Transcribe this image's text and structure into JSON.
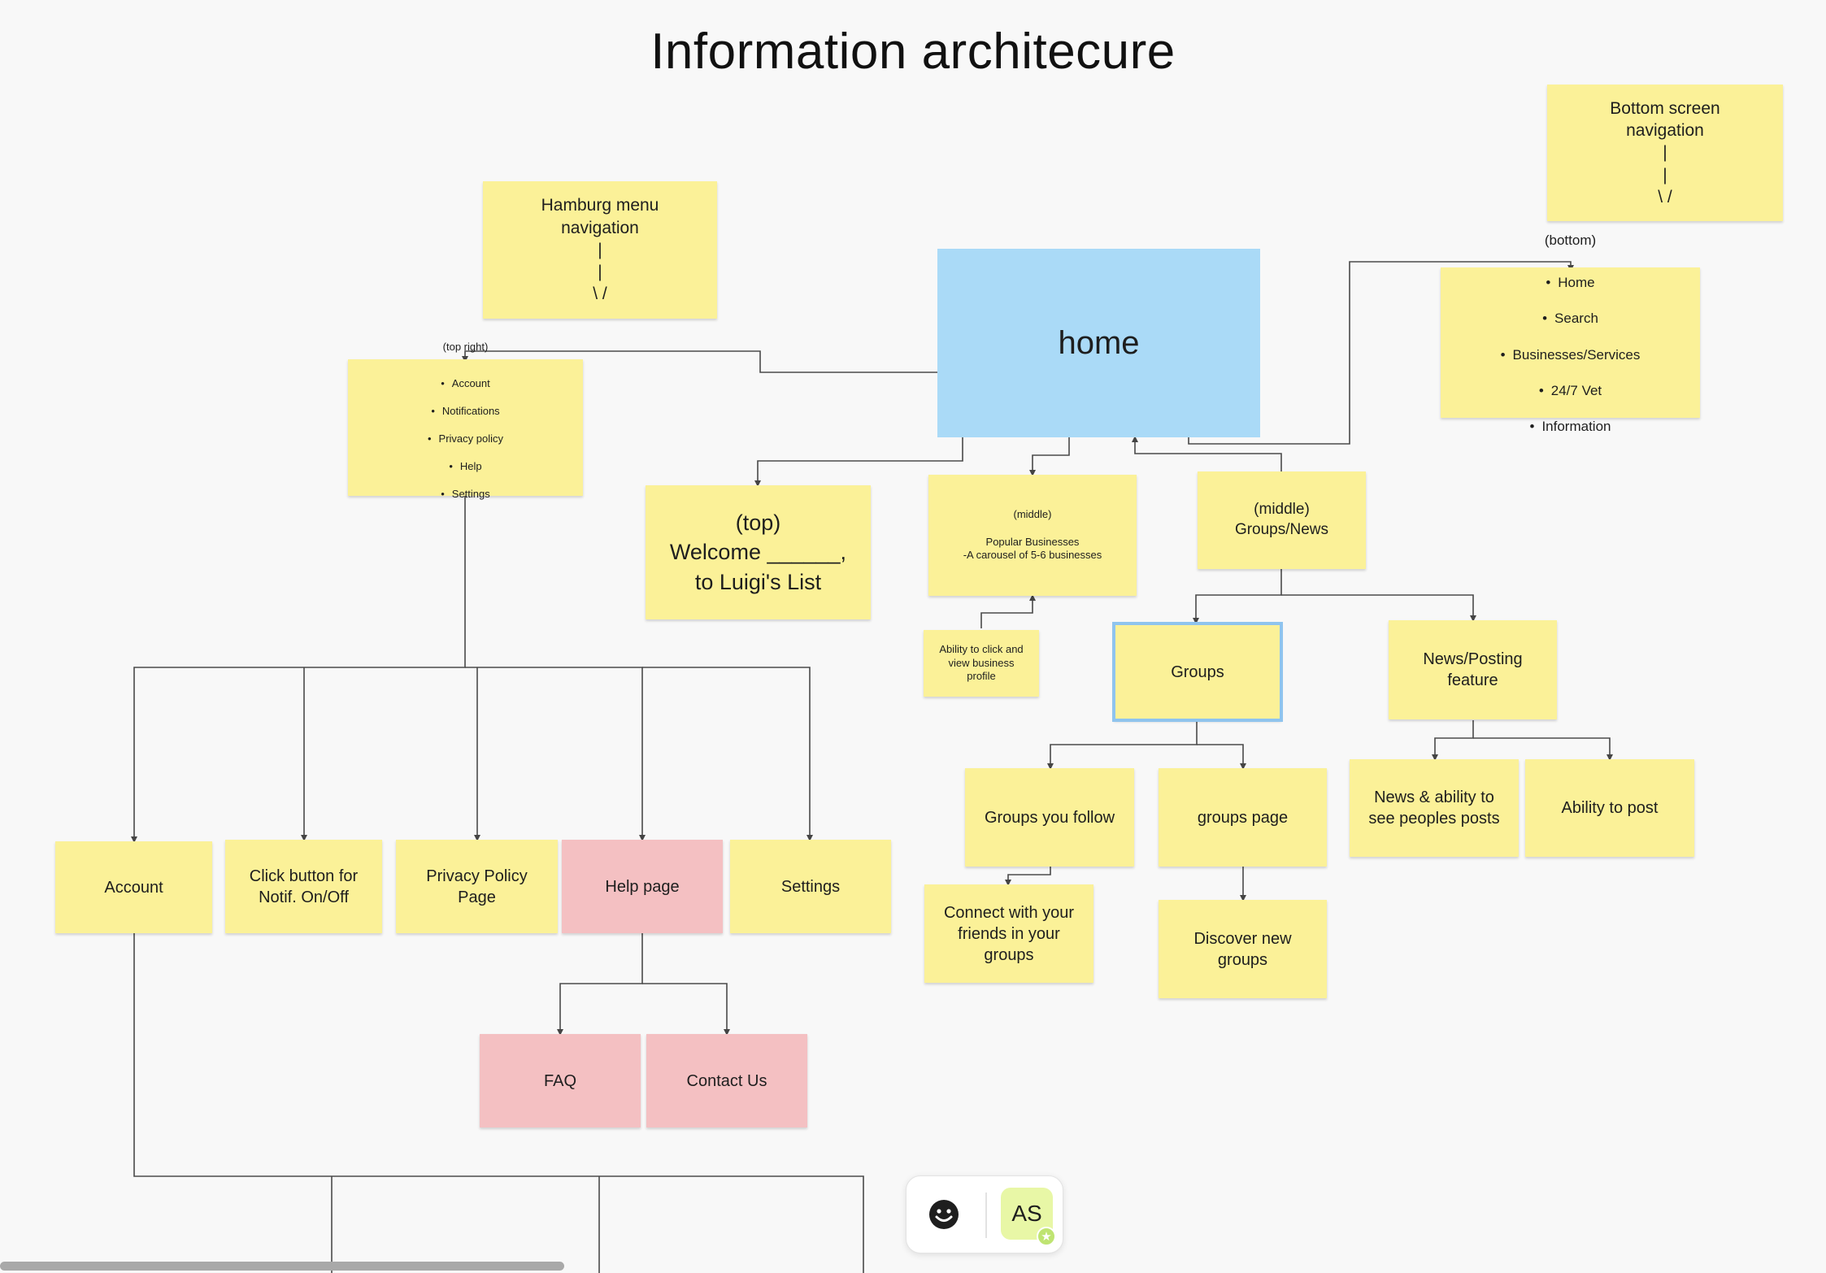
{
  "title": "Information architecure",
  "colors": {
    "note_yellow": "#fbf198",
    "note_pink": "#f4c0c2",
    "note_blue": "#aadaf7",
    "selection": "#8fc4ee",
    "avatar_bg": "#e8f7a6"
  },
  "nodes": {
    "bottom_nav": "Bottom screen\nnavigation\n|\n|\n\\ /",
    "hamburg_nav": "Hamburg menu\nnavigation\n|\n|\n\\ /",
    "home": "home",
    "bottom_list": {
      "head": "(bottom)",
      "items": [
        "Home",
        "Search",
        "Businesses/Services",
        "24/7 Vet",
        "Information"
      ]
    },
    "top_right_list": {
      "head": "(top right)",
      "items": [
        "Account",
        "Notifications",
        "Privacy policy",
        "Help",
        "Settings"
      ]
    },
    "welcome": "(top)\nWelcome ______,\nto Luigi's List",
    "popular": "(middle)\n\nPopular Businesses\n-A carousel of 5-6 businesses",
    "groups_news": "(middle)\nGroups/News",
    "click_profile": "Ability to click and\nview business\nprofile",
    "groups": "Groups",
    "news_posting": "News/Posting\nfeature",
    "groups_follow": "Groups you follow",
    "groups_page": "groups page",
    "news_see": "News & ability to\nsee peoples posts",
    "ability_post": "Ability to post",
    "connect_friends": "Connect with your\nfriends in your\ngroups",
    "discover_groups": "Discover new\ngroups",
    "account": "Account",
    "notif_button": "Click button for\nNotif. On/Off",
    "privacy_page": "Privacy Policy Page",
    "help_page": "Help page",
    "settings": "Settings",
    "faq": "FAQ",
    "contact_us": "Contact Us"
  },
  "toolbar": {
    "emoji_icon": "smiley-icon",
    "avatar_initials": "AS",
    "badge_icon": "star-icon"
  }
}
